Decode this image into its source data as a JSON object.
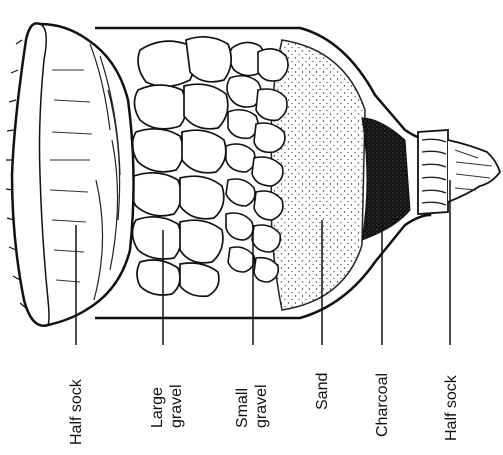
{
  "labels": {
    "half_sock_left": "Half sock",
    "large_gravel_1": "Large",
    "large_gravel_2": "gravel",
    "small_gravel_1": "Small",
    "small_gravel_2": "gravel",
    "sand": "Sand",
    "charcoal": "Charcoal",
    "half_sock_right": "Half sock"
  }
}
